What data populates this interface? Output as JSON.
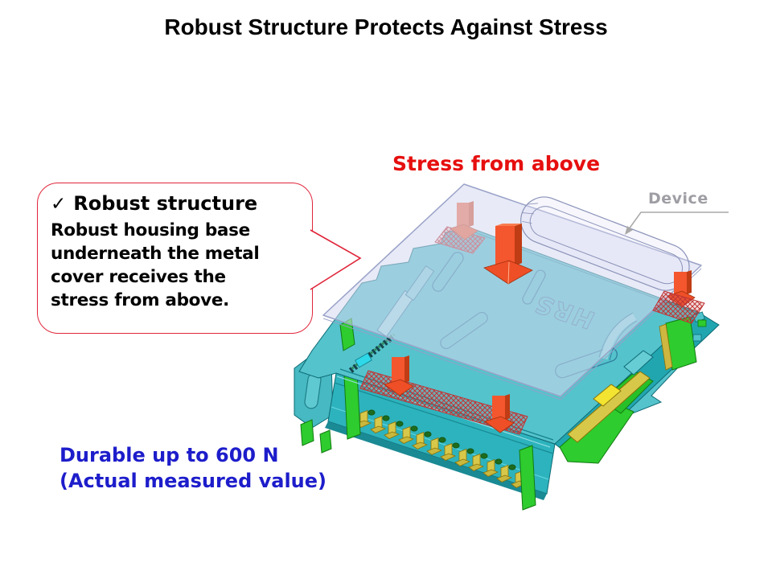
{
  "slide": {
    "title": "Robust Structure Protects Against Stress"
  },
  "callout": {
    "check_glyph": "✓",
    "heading": "Robust structure",
    "body_lines": [
      "Robust housing base",
      "underneath the metal",
      "cover receives the",
      "stress from above."
    ]
  },
  "annotations": {
    "stress_label": "Stress from above",
    "device_label": "Device",
    "durability_line1": "Durable up to 600 N",
    "durability_line2": "(Actual measured value)"
  },
  "illustration": {
    "hrs_logo": "HRS"
  },
  "colors": {
    "title_text": "#000000",
    "stress_label_red": "#e60f0f",
    "durability_blue": "#1d1dcb",
    "device_gray": "#9e9ea4",
    "callout_border_red": "#e0253a",
    "cover_teal": "#54c3cc",
    "front_face_teal": "#2db3bd",
    "housing_green": "#2ecc2e",
    "contact_gold": "#d8c84a",
    "arrow_orange": "#f4562e",
    "device_plate_lavender": "#d7daf0",
    "stress_hatch_red": "#c03434"
  }
}
